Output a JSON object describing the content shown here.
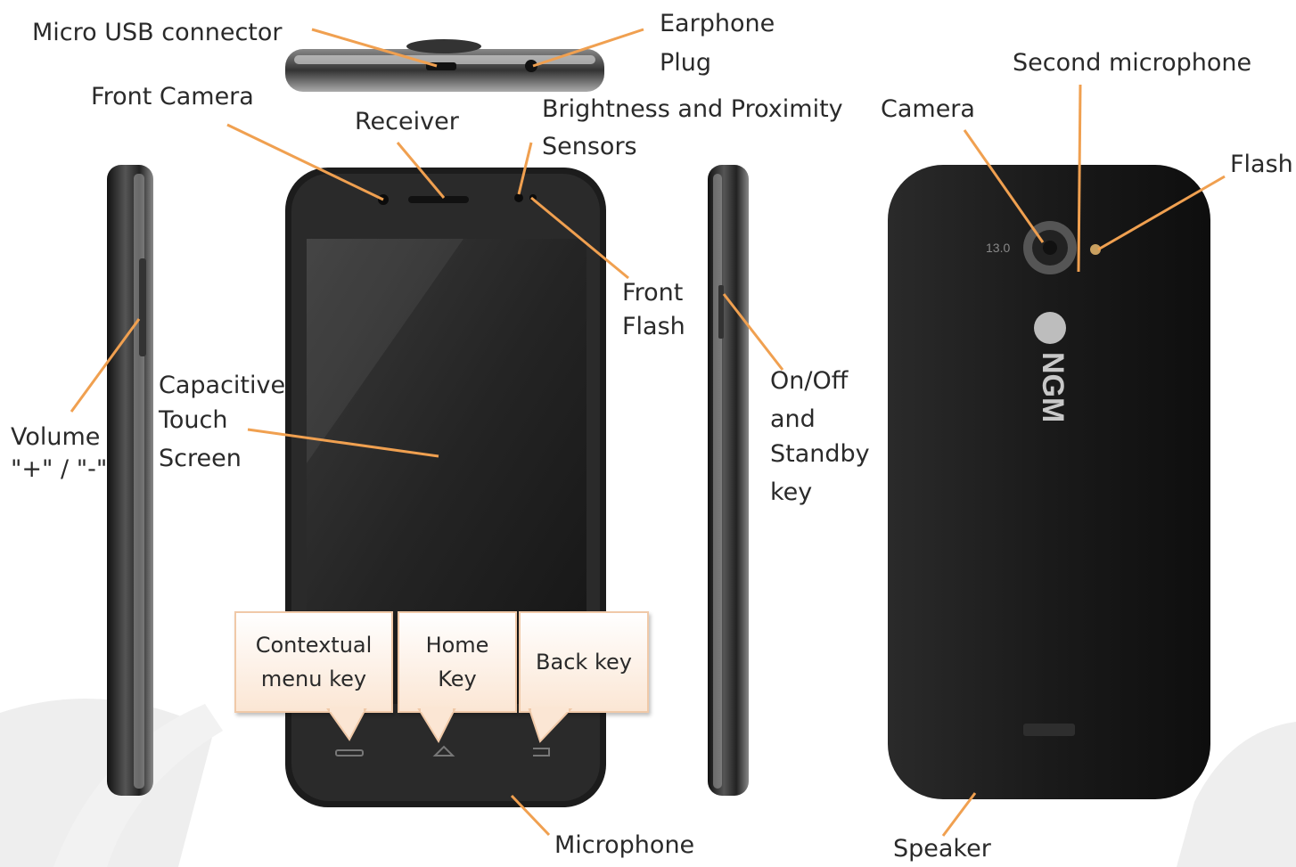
{
  "labels": {
    "micro_usb": "Micro USB connector",
    "earphone_1": "Earphone",
    "earphone_2": "Plug",
    "front_camera": "Front Camera",
    "receiver": "Receiver",
    "sensors_1": "Brightness and Proximity",
    "sensors_2": "Sensors",
    "second_mic": "Second microphone",
    "camera": "Camera",
    "flash": "Flash",
    "front_flash_1": "Front",
    "front_flash_2": "Flash",
    "cap_1": "Capacitive",
    "cap_2": "Touch",
    "cap_3": "Screen",
    "volume_1": "Volume",
    "volume_2": "\"+\" / \"-\"",
    "onoff_1": "On/Off",
    "onoff_2": "and",
    "onoff_3": "Standby",
    "onoff_4": "key",
    "microphone": "Microphone",
    "speaker": "Speaker"
  },
  "callouts": {
    "contextual_1": "Contextual",
    "contextual_2": "menu key",
    "home_1": "Home",
    "home_2": "Key",
    "back": "Back key"
  },
  "brand": {
    "logo": "NGM",
    "camera_badge": "13.0"
  },
  "colors": {
    "leader": "#f0a050",
    "phone_body": "#1a1a1a",
    "callout_border": "#f0c9a8"
  }
}
